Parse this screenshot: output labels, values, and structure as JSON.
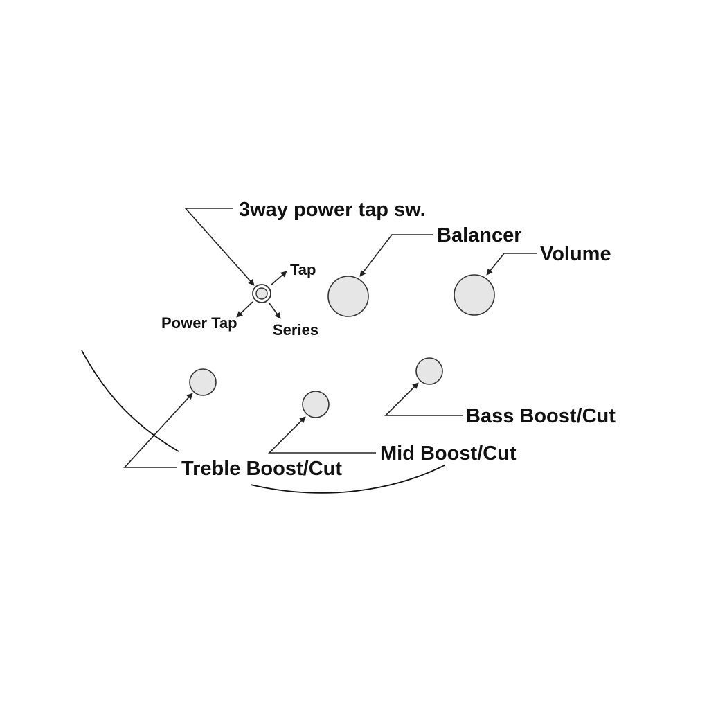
{
  "labels": {
    "switch": "3way power tap sw.",
    "balancer": "Balancer",
    "volume": "Volume",
    "tap": "Tap",
    "power_tap": "Power Tap",
    "series": "Series",
    "treble": "Treble Boost/Cut",
    "mid": "Mid Boost/Cut",
    "bass": "Bass Boost/Cut"
  },
  "colors": {
    "knob_fill": "#e6e6e6",
    "line": "#222222"
  }
}
